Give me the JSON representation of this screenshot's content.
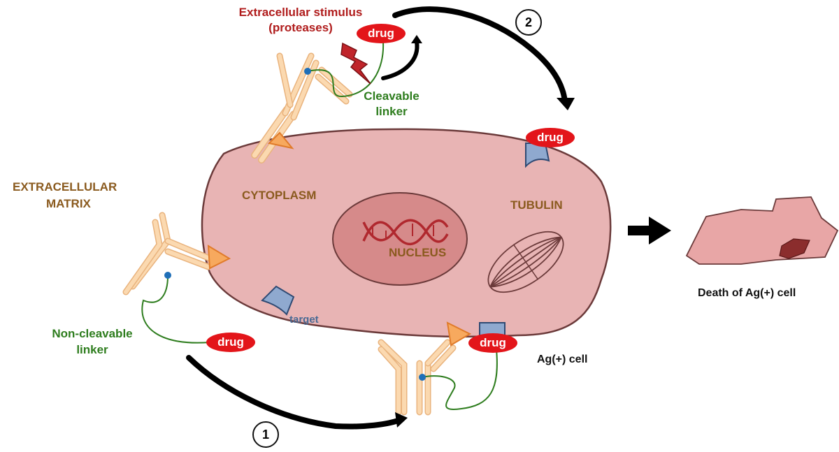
{
  "labels": {
    "extracellular_stimulus": "Extracellular stimulus",
    "proteases": "(proteases)",
    "cleavable_linker_line1": "Cleavable",
    "cleavable_linker_line2": "linker",
    "extracellular_matrix_line1": "EXTRACELLULAR",
    "extracellular_matrix_line2": "MATRIX",
    "cytoplasm": "CYTOPLASM",
    "nucleus": "NUCLEUS",
    "tubulin": "TUBULIN",
    "target": "target",
    "non_cleavable_line1": "Non-cleavable",
    "non_cleavable_line2": "linker",
    "ag_cell": "Ag(+) cell",
    "death": "Death of Ag(+) cell"
  },
  "drug_label": "drug",
  "steps": {
    "one": "1",
    "two": "2"
  },
  "colors": {
    "cell_fill": "#e8b4b4",
    "cell_stroke": "#6b3a3a",
    "nucleus_fill": "#d68a8a",
    "dna_strand": "#b0282e",
    "antibody": "#fbd9b0",
    "antibody_stroke": "#e9b37d",
    "antigen": "#f7a95e",
    "drug": "#e3151a",
    "target_receptor": "#8fa9cf",
    "linker": "#2e7d1e",
    "linker_dot": "#1f6fb8",
    "arrow": "#000000",
    "dead_cell_fill": "#e8a6a6",
    "dead_cell_core": "#8b2d2d"
  },
  "icons": {
    "stimulus": "lightning-bolt-icon",
    "dna": "dna-helix-icon",
    "tubulin": "microtubule-spindle-icon",
    "arrow": "right-arrow-icon"
  }
}
